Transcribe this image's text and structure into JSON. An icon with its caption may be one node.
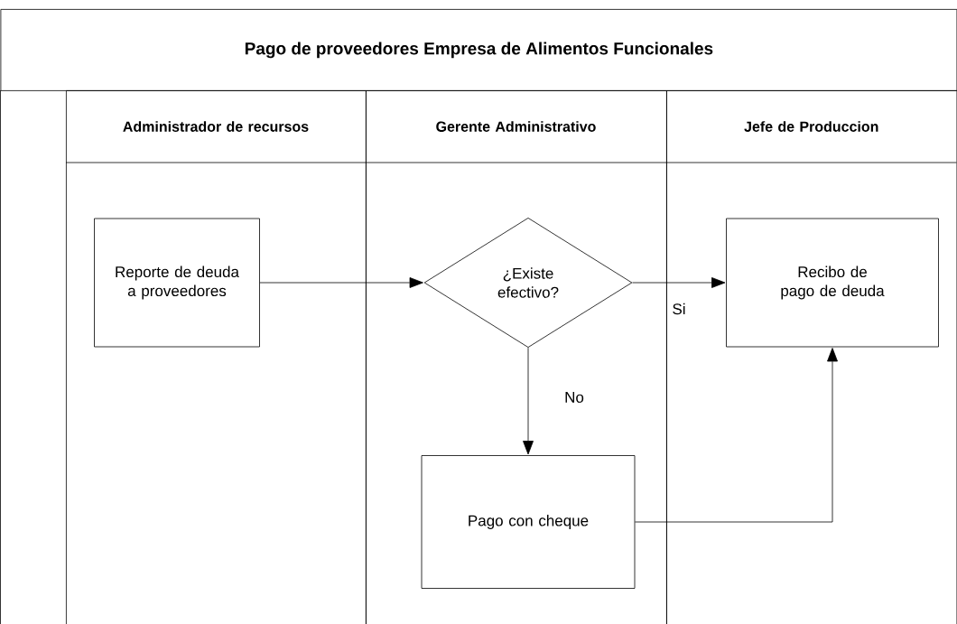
{
  "diagram": {
    "title": "Pago de proveedores Empresa de Alimentos Funcionales",
    "nodes": [
      {
        "text": [
          "Administrador de recursos"
        ]
      },
      {
        "text": [
          "Gerente Administrativo"
        ]
      },
      {
        "text": [
          "Jefe de Produccion"
        ]
      },
      {
        "text": [
          "Reporte de deuda a proveedores"
        ],
        "in": 0
      },
      {
        "text": [
          "¿Existe efectivo?"
        ],
        "in": 1
      },
      {
        "text": [
          "Recibo de pago de deuda"
        ],
        "in": 2
      },
      {
        "text": [
          "Pago con cheque"
        ],
        "in": 1
      }
    ],
    "edges": [
      {
        "from": 3,
        "to": 4,
        "arrow": "to"
      },
      {
        "from": 4,
        "to": 5,
        "arrow": "to",
        "label": "Si"
      },
      {
        "from": 4,
        "to": 6,
        "arrow": "to",
        "label": "No"
      },
      {
        "from": 6,
        "to": 5,
        "arrow": "to"
      }
    ]
  }
}
